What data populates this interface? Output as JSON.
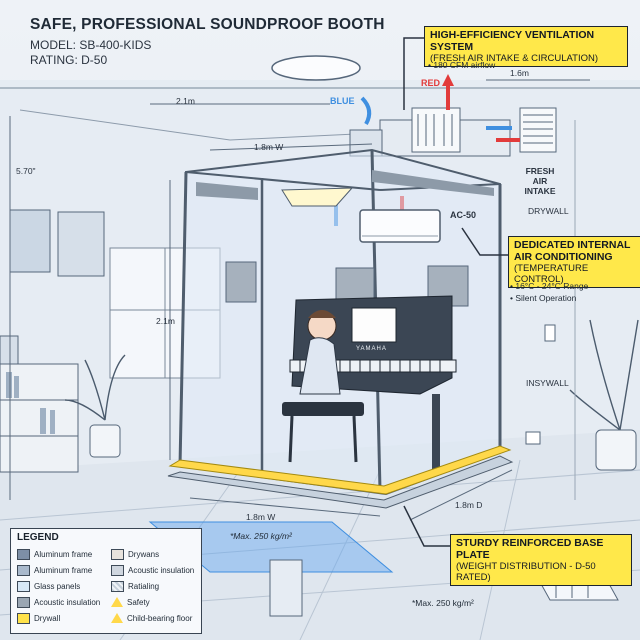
{
  "header": {
    "title": "SAFE, PROFESSIONAL SOUNDPROOF BOOTH",
    "model": "MODEL: SB-400-KIDS",
    "rating": "RATING: D-50"
  },
  "ventilation": {
    "title": "HIGH-EFFICIENCY VENTILATION SYSTEM",
    "subtitle": "(FRESH AIR INTAKE & CIRCULATION)",
    "airflow": "• 180 CFM airflow",
    "red": "RED",
    "blue": "BLUE",
    "fresh_air": [
      "FRESH AIR",
      "INTAKE"
    ]
  },
  "ac": {
    "label": "AC-50",
    "title_line1": "DEDICATED INTERNAL",
    "title_line2": "AIR CONDITIONING",
    "subtitle": "(TEMPERATURE CONTROL)",
    "range": "• 16°C - 24°C Range",
    "silent": "• Silent Operation"
  },
  "base": {
    "title": "STURDY REINFORCED BASE PLATE",
    "subtitle": "(WEIGHT DISTRIBUTION - D-50 RATED)",
    "max_load_plate": "*Max. 250 kg/m²",
    "max_load_floor": "*Max. 250 kg/m²"
  },
  "dimensions": {
    "width_top": "1.8m W",
    "depth_top": "1.6m",
    "room_width": "2.1m",
    "room_height": "5.70\"",
    "height": "2.1m",
    "width_bottom": "1.8m W",
    "depth_bottom": "1.8m D"
  },
  "walls": {
    "drywall": "DRYWALL",
    "insywall": "INSYWALL"
  },
  "piano_brand": "YAMAHA",
  "legend": {
    "title": "LEGEND",
    "items": [
      {
        "label": "Aluminum frame",
        "swatch": "#7d8fa6"
      },
      {
        "label": "Drywans",
        "swatch": "#e8e3dd"
      },
      {
        "label": "Aluminum frame",
        "swatch": "#a9b9cc"
      },
      {
        "label": "Acoustic insulation",
        "swatch": "#cfd6df"
      },
      {
        "label": "Glass panels",
        "swatch": "#d7e8f7"
      },
      {
        "label": "Ratialing",
        "swatch": "#c3ced9"
      },
      {
        "label": "Acoustic insulation",
        "swatch": "#9aa6b3"
      },
      {
        "label": "Safety",
        "swatch": "#ffd84a"
      },
      {
        "label": "Drywall",
        "swatch": "#ffe24a"
      },
      {
        "label": "Child-bearing floor",
        "swatch": "#f6f6f6"
      }
    ]
  },
  "colors": {
    "accent_yellow": "#ffe84a",
    "airflow_red": "#e23b3b",
    "airflow_blue": "#3f8fe0",
    "line": "#56677b"
  }
}
